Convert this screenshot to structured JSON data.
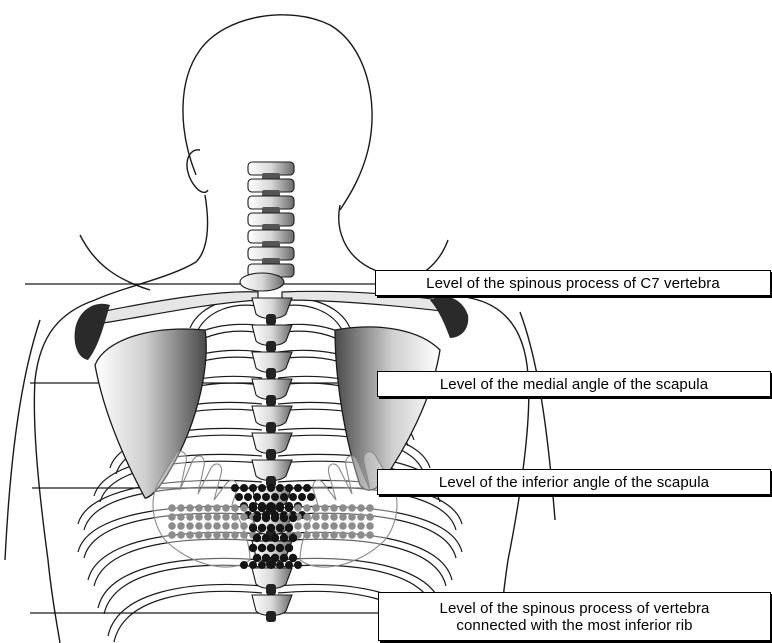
{
  "labels": {
    "c7": "Level of the spinous process of C7 vertebra",
    "medial_angle": "Level of the medial angle of the scapula",
    "inferior_angle": "Level of the inferior angle of the scapula",
    "most_inferior_rib_line1": "Level of the spinous process of vertebra",
    "most_inferior_rib_line2": "connected with the most inferior rib"
  },
  "colors": {
    "outline": "#1a1a1a",
    "dot_dark": "#141414",
    "dot_gray": "#8c8c8c",
    "bone_shade": "#9a9a9a"
  }
}
